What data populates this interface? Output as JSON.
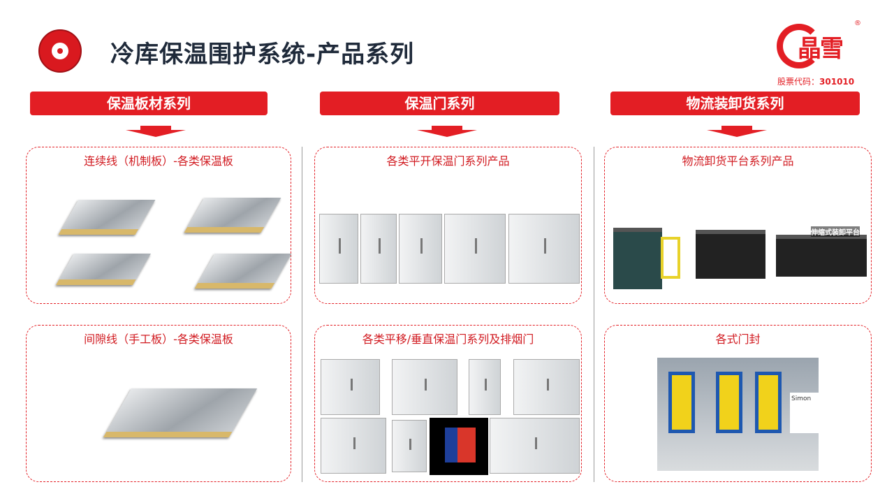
{
  "title": "冷库保温围护系统-产品系列",
  "brand": {
    "name": "晶雪",
    "registered": "®",
    "stock_label": "股票代码：",
    "stock_code": "301010"
  },
  "columns": [
    {
      "header": "保温板材系列",
      "boxes": [
        "连续线（机制板）-各类保温板",
        "间隙线（手工板）-各类保温板"
      ]
    },
    {
      "header": "保温门系列",
      "boxes": [
        "各类平开保温门系列产品",
        "各类平移/垂直保温门系列及排烟门"
      ]
    },
    {
      "header": "物流装卸货系列",
      "boxes": [
        "物流卸货平台系列产品",
        "各式门封"
      ]
    }
  ],
  "image_labels": {
    "dock_leveler": "伸缩式装卸平台",
    "truck": "Simon"
  }
}
